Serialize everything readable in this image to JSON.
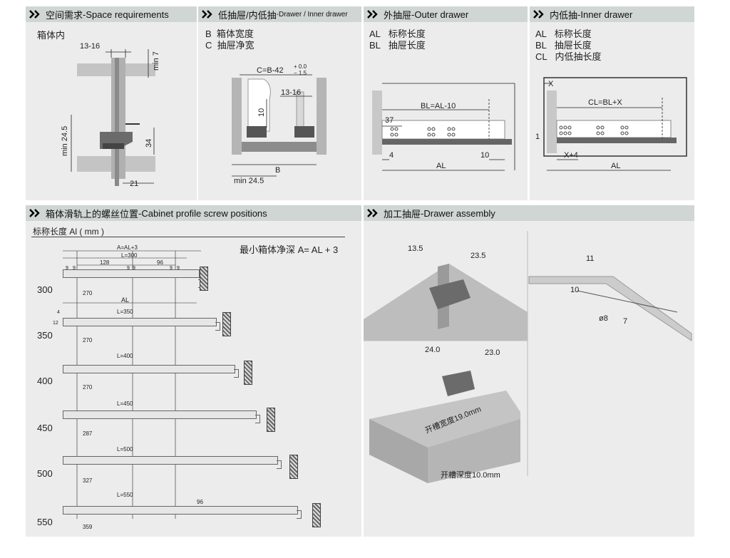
{
  "headers": {
    "space": {
      "cn": "空间需求",
      "sep": " - ",
      "en": "Space requirements"
    },
    "inner_drawer_type": {
      "cn": "低抽屉/内低抽",
      "sep": " - ",
      "en": "Drawer / Inner drawer"
    },
    "outer": {
      "cn": "外抽屉",
      "sep": " - ",
      "en": "Outer drawer"
    },
    "inner": {
      "cn": "内低抽",
      "sep": " - ",
      "en": "Inner drawer"
    },
    "screw": {
      "cn": "箱体滑轨上的螺丝位置",
      "sep": " - ",
      "en": "Cabinet profile screw positions"
    },
    "assembly": {
      "cn": "加工抽屉",
      "sep": " - ",
      "en": "Drawer assembly"
    }
  },
  "space": {
    "label": "箱体内",
    "dims": {
      "d1": "13-16",
      "d2": "min 7",
      "d3": "min 24.5",
      "d4": "34",
      "d5": "21"
    }
  },
  "drawer": {
    "legend": [
      {
        "key": "B",
        "text": "箱体宽度"
      },
      {
        "key": "C",
        "text": "抽屉净宽"
      }
    ],
    "dims": {
      "c": "C=B-42",
      "tol_up": "+ 0.0",
      "tol_dn": "− 1.5",
      "d1316": "13-16",
      "d10": "10",
      "b": "B",
      "min": "min 24.5"
    }
  },
  "outer": {
    "legend": [
      {
        "key": "AL",
        "text": "标称长度"
      },
      {
        "key": "BL",
        "text": "抽屉长度"
      }
    ],
    "dims": {
      "bl": "BL=AL-10",
      "d37": "37",
      "d4": "4",
      "d10": "10",
      "al": "AL"
    }
  },
  "inner": {
    "legend": [
      {
        "key": "AL",
        "text": "标称长度"
      },
      {
        "key": "BL",
        "text": "抽屉长度"
      },
      {
        "key": "CL",
        "text": "内低抽长度"
      }
    ],
    "dims": {
      "x": "X",
      "cl": "CL=BL+X",
      "one": "1",
      "x4": "X+4",
      "al": "AL"
    }
  },
  "screw": {
    "unit_label": "标称长度 Al ( mm )",
    "formula": "最小箱体净深 A= AL + 3",
    "top_labels": {
      "a": "A=AL+3",
      "l300": "L=300",
      "d128": "128",
      "d96": "96",
      "d9a": "9",
      "d9b": "9",
      "d9c": "9",
      "d9d": "9",
      "d9e": "9",
      "d9f": "9",
      "al": "AL",
      "d4": "4",
      "d12": "12"
    },
    "rows": [
      {
        "size": "300",
        "l": "L=300",
        "hole": "270"
      },
      {
        "size": "350",
        "l": "L=350",
        "hole": "270"
      },
      {
        "size": "400",
        "l": "L=400",
        "hole": "270"
      },
      {
        "size": "450",
        "l": "L=450",
        "hole": "287"
      },
      {
        "size": "500",
        "l": "L=500",
        "hole": "327"
      },
      {
        "size": "550",
        "l": "L=550",
        "hole": "359",
        "extra": "96"
      }
    ]
  },
  "assembly": {
    "dims": {
      "d135": "13.5",
      "d235": "23.5",
      "d240": "24.0",
      "d230": "23.0",
      "d11": "11",
      "d10": "10",
      "d8": "ø8",
      "d7": "7"
    },
    "groove_width": "开槽宽度19.0mm",
    "groove_depth": "开槽深度10.0mm"
  },
  "colors": {
    "panel": "#ececec",
    "header": "#cfd6d3",
    "wood": "#b5b5b5",
    "dark": "#555555"
  }
}
